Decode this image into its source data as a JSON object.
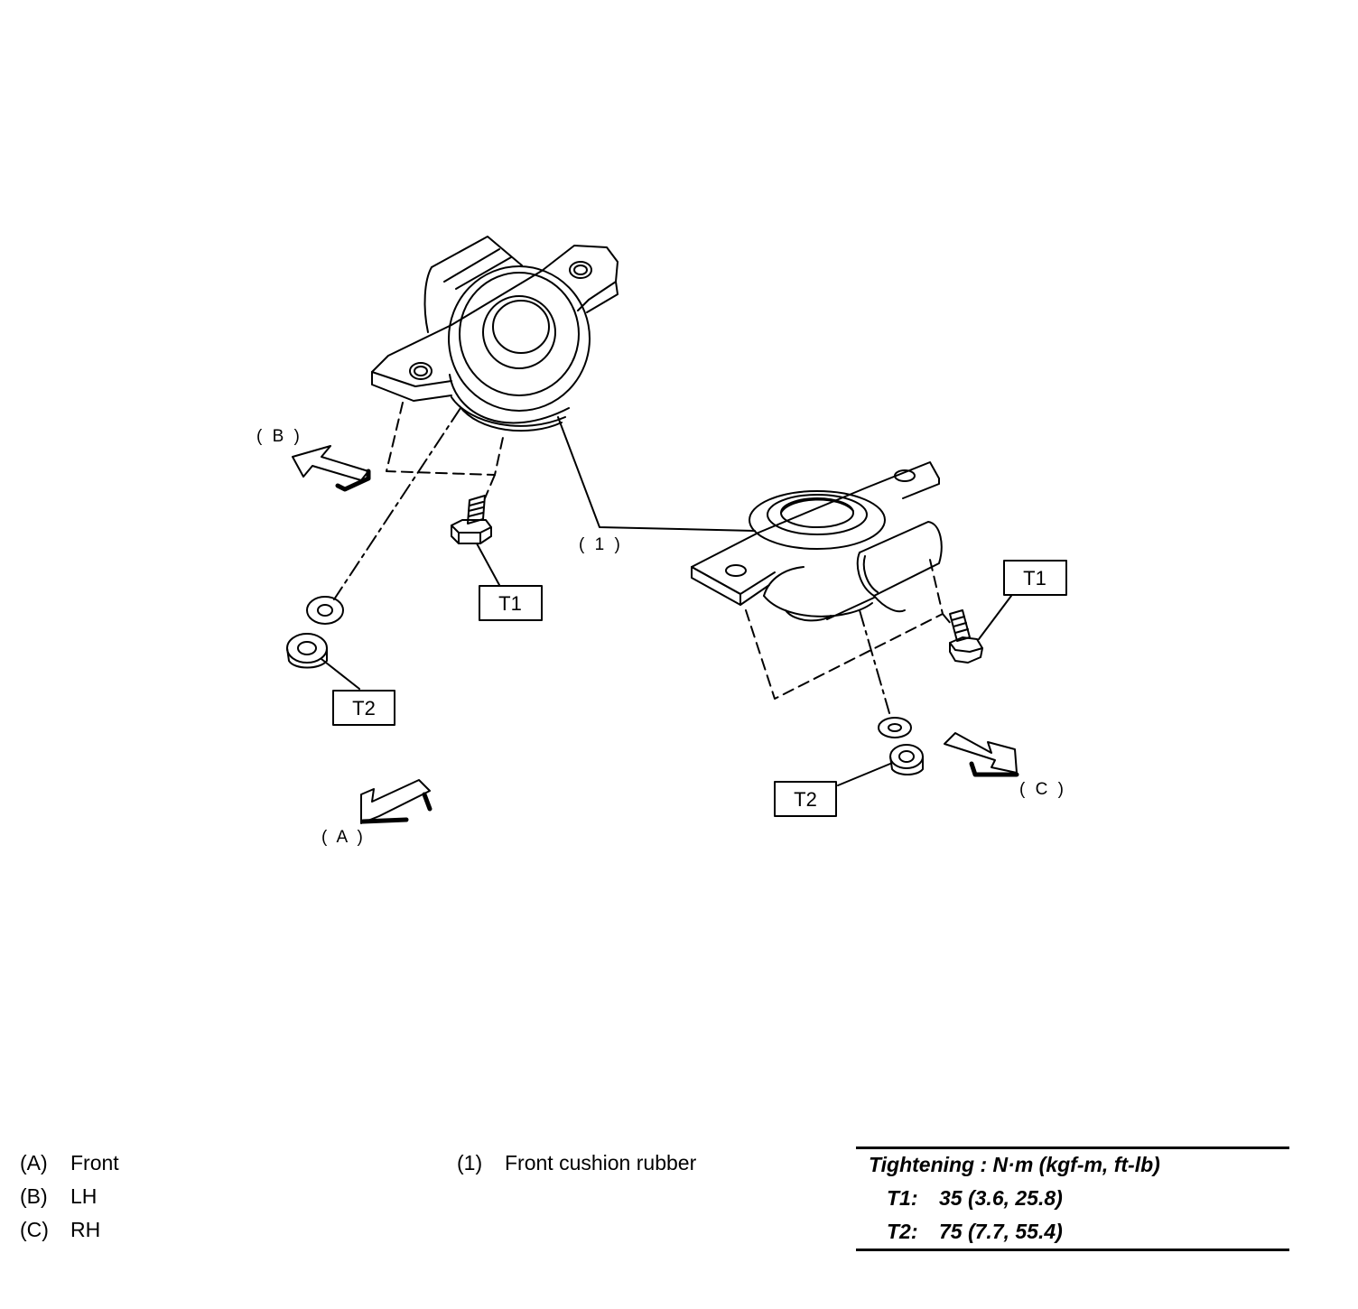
{
  "labels": {
    "front_arrow": "( A )",
    "lh_arrow": "( B )",
    "rh_arrow": "( C )",
    "cushion_callout": "( 1 )",
    "t1_left": "T1",
    "t2_left": "T2",
    "t1_right": "T1",
    "t2_right": "T2"
  },
  "legend": {
    "directions": [
      {
        "code": "(A)",
        "text": "Front"
      },
      {
        "code": "(B)",
        "text": "LH"
      },
      {
        "code": "(C)",
        "text": "RH"
      }
    ],
    "parts": [
      {
        "code": "(1)",
        "text": "Front cushion rubber"
      }
    ]
  },
  "torque": {
    "heading": "Tightening : N·m (kgf-m, ft-lb)",
    "rows": [
      {
        "code": "T1:",
        "value": "35 (3.6, 25.8)"
      },
      {
        "code": "T2:",
        "value": "75 (7.7, 55.4)"
      }
    ]
  }
}
